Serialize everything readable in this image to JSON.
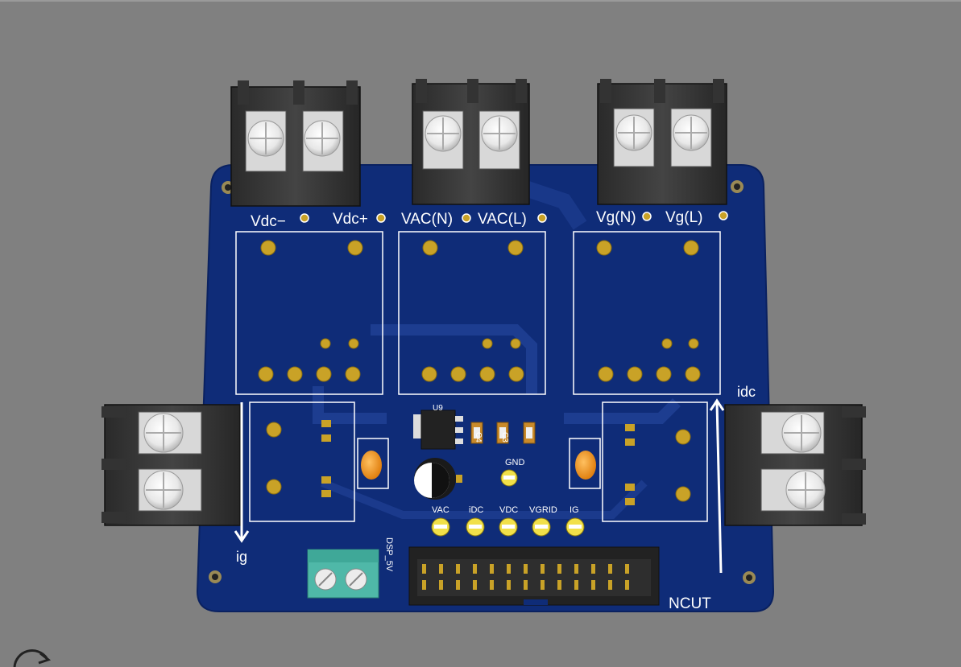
{
  "viewer": {
    "background": "#808080",
    "rotate_tool_icon": "rotate-arrow-icon"
  },
  "board": {
    "color": "#0d2a73",
    "silk_color": "#ffffff",
    "pad_color": "#c9a227"
  },
  "labels": {
    "vdc_minus": "Vdc−",
    "vdc_plus": "Vdc+",
    "vac_n": "VAC(N)",
    "vac_l": "VAC(L)",
    "vg_n": "Vg(N)",
    "vg_l": "Vg(L)",
    "idc": "idc",
    "ig": "ig",
    "u9": "U9",
    "c4": "C4",
    "c3": "C3",
    "gnd": "GND",
    "vac": "VAC",
    "idc_test": "iDC",
    "vdc": "VDC",
    "vgrid": "VGRID",
    "ig_test": "IG",
    "dsp_5v": "DSP_5V",
    "ncut": "NCUT"
  }
}
